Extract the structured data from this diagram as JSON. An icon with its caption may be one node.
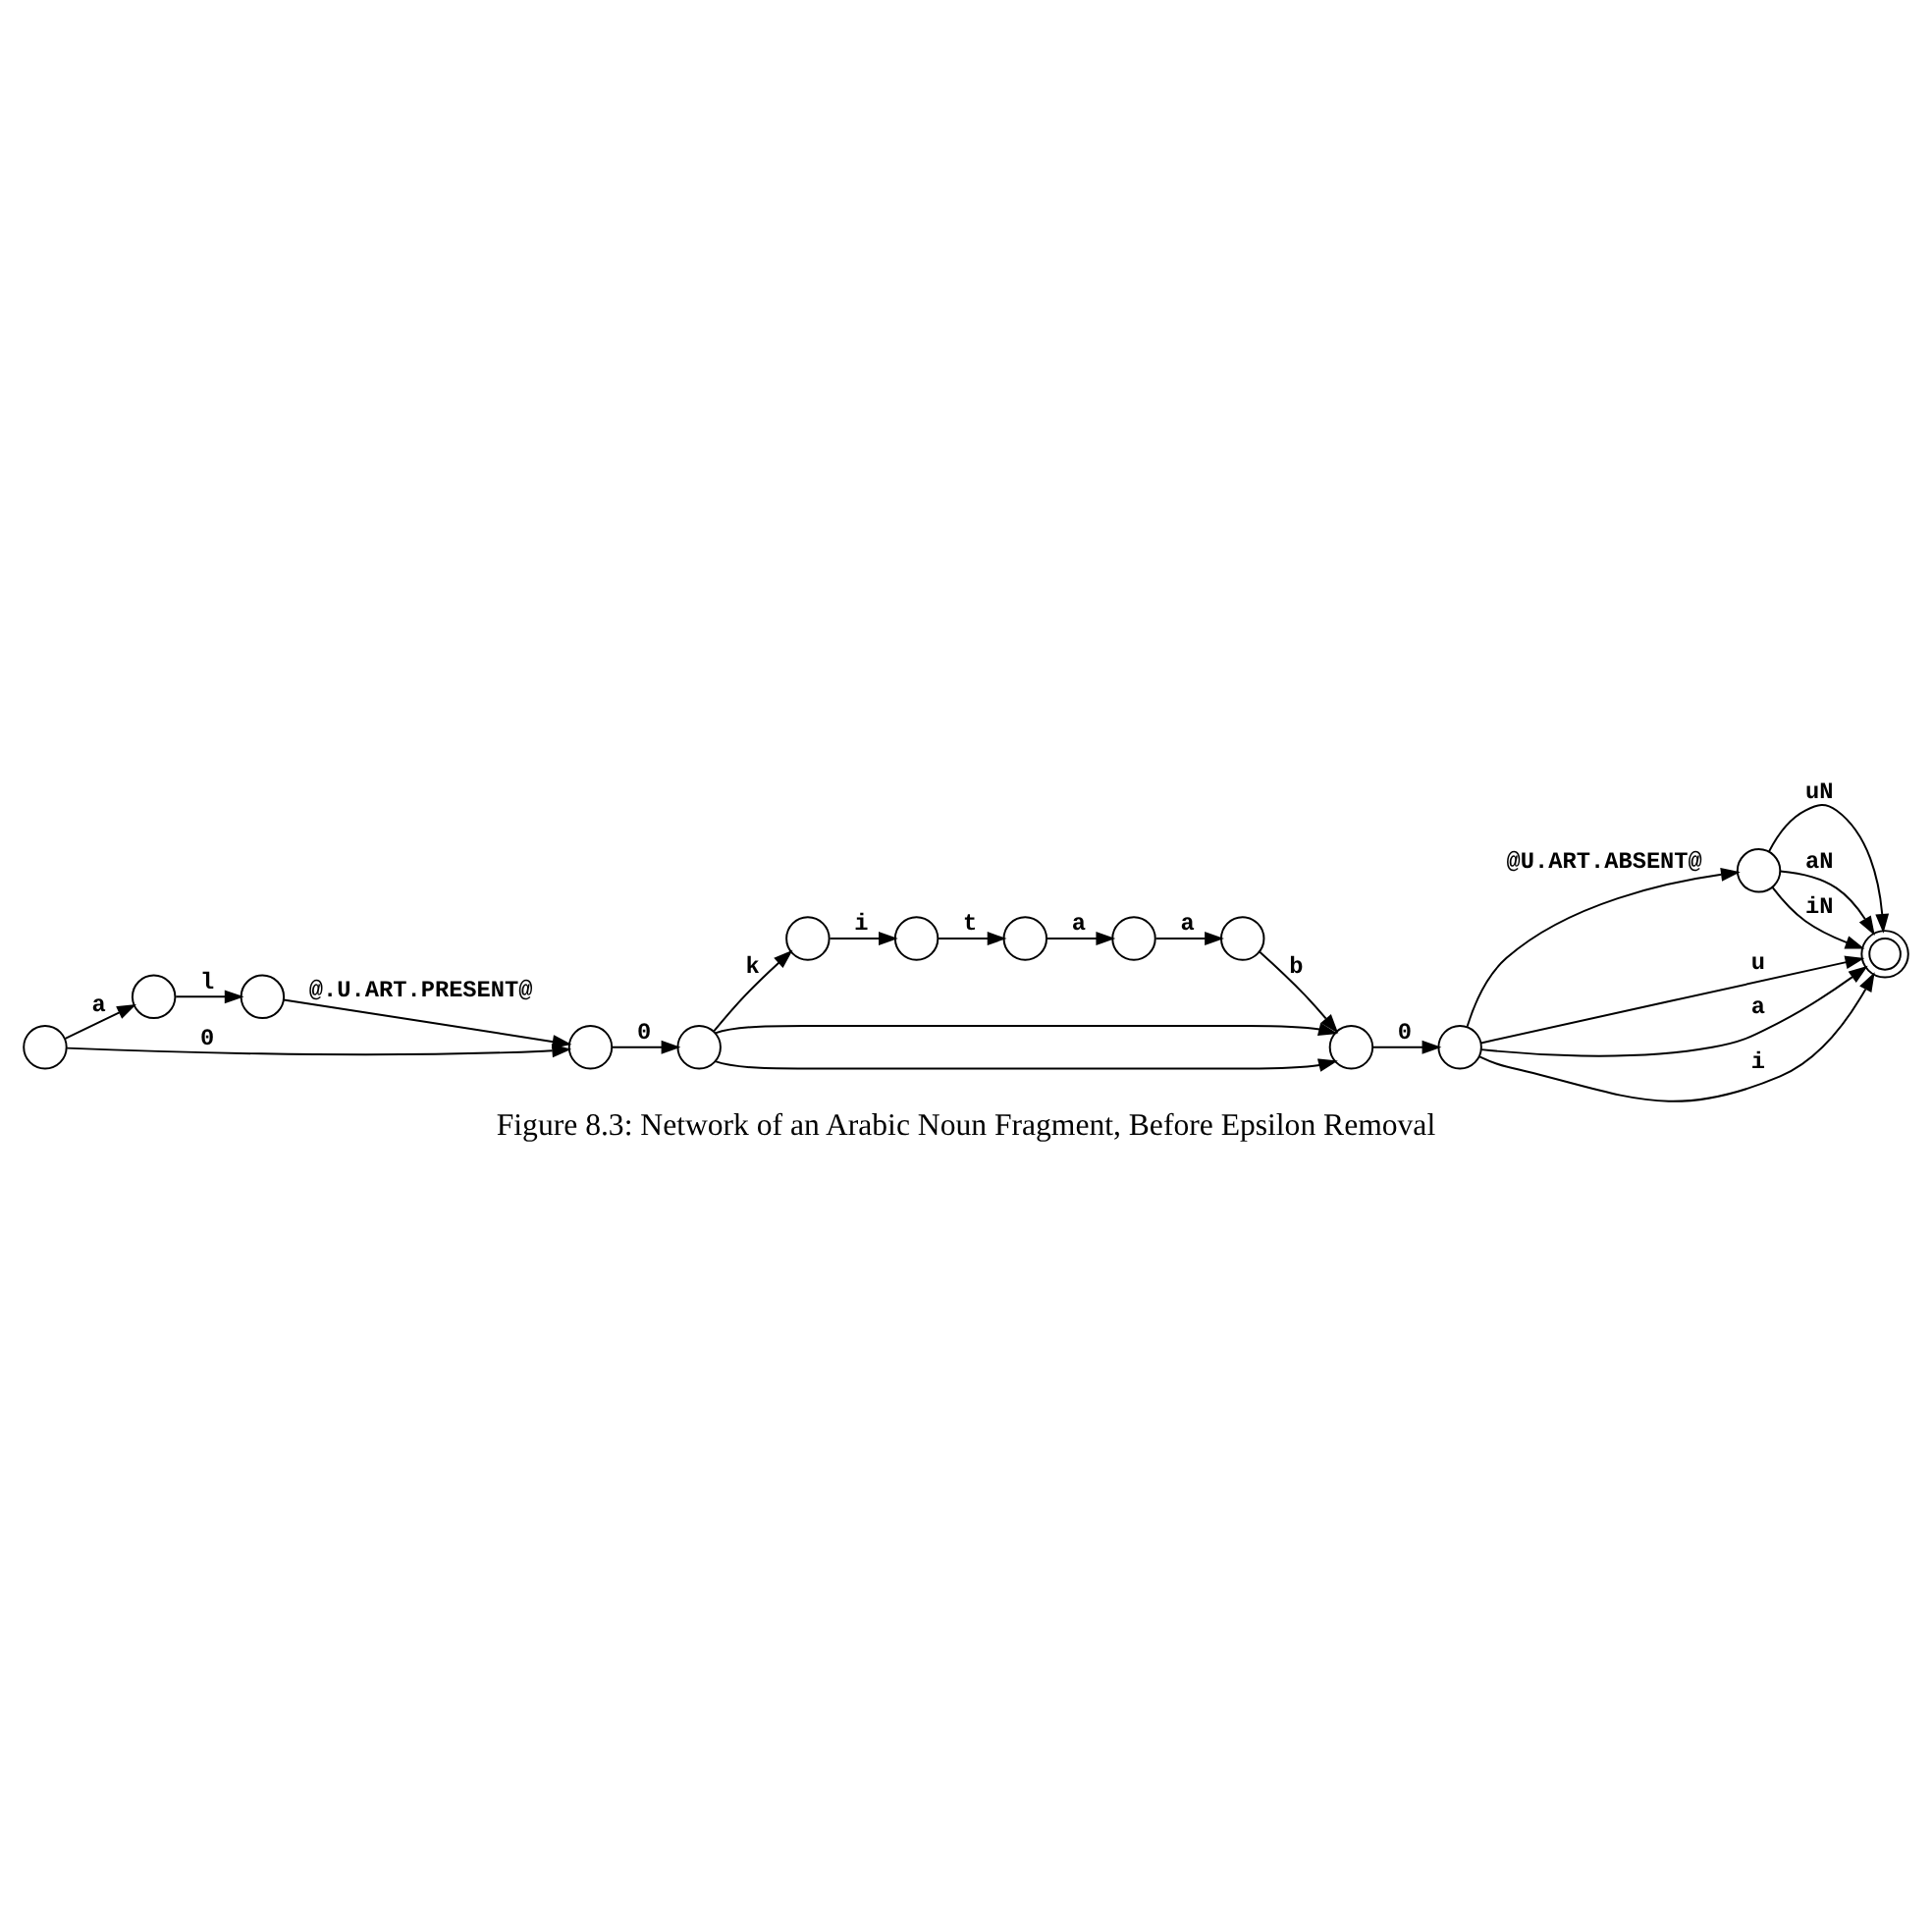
{
  "diagram": {
    "caption": "Figure 8.3: Network of an Arabic Noun Fragment, Before Epsilon Removal",
    "nodes": [
      {
        "text": [],
        "shape": "circle"
      },
      {
        "text": [],
        "shape": "circle"
      },
      {
        "text": [],
        "shape": "circle"
      },
      {
        "text": [],
        "shape": "circle"
      },
      {
        "text": [],
        "shape": "circle"
      },
      {
        "text": [],
        "shape": "circle"
      },
      {
        "text": [],
        "shape": "circle"
      },
      {
        "text": [],
        "shape": "circle"
      },
      {
        "text": [],
        "shape": "circle"
      },
      {
        "text": [],
        "shape": "circle"
      },
      {
        "text": [],
        "shape": "circle"
      },
      {
        "text": [],
        "shape": "circle"
      },
      {
        "text": [],
        "shape": "circle"
      },
      {
        "text": [],
        "shape": "doublecircle"
      }
    ],
    "edges": [
      {
        "from": 0,
        "to": 1,
        "arrow": "to",
        "label": "a"
      },
      {
        "from": 1,
        "to": 2,
        "arrow": "to",
        "label": "l"
      },
      {
        "from": 2,
        "to": 3,
        "arrow": "to",
        "label": "@.U.ART.PRESENT@"
      },
      {
        "from": 0,
        "to": 3,
        "arrow": "to",
        "label": "0"
      },
      {
        "from": 3,
        "to": 4,
        "arrow": "to",
        "label": "0"
      },
      {
        "from": 4,
        "to": 5,
        "arrow": "to",
        "label": "k"
      },
      {
        "from": 5,
        "to": 6,
        "arrow": "to",
        "label": "i"
      },
      {
        "from": 6,
        "to": 7,
        "arrow": "to",
        "label": "t"
      },
      {
        "from": 7,
        "to": 8,
        "arrow": "to",
        "label": "a"
      },
      {
        "from": 8,
        "to": 9,
        "arrow": "to",
        "label": "a"
      },
      {
        "from": 9,
        "to": 10,
        "arrow": "to",
        "label": "b"
      },
      {
        "from": 4,
        "to": 10,
        "arrow": "to"
      },
      {
        "from": 4,
        "to": 10,
        "arrow": "to"
      },
      {
        "from": 10,
        "to": 11,
        "arrow": "to",
        "label": "0"
      },
      {
        "from": 11,
        "to": 13,
        "arrow": "to",
        "label": "u"
      },
      {
        "from": 11,
        "to": 13,
        "arrow": "to",
        "label": "a"
      },
      {
        "from": 11,
        "to": 13,
        "arrow": "to",
        "label": "i"
      },
      {
        "from": 11,
        "to": 12,
        "arrow": "to",
        "label": "@U.ART.ABSENT@"
      },
      {
        "from": 12,
        "to": 13,
        "arrow": "to",
        "label": "uN"
      },
      {
        "from": 12,
        "to": 13,
        "arrow": "to",
        "label": "aN"
      },
      {
        "from": 12,
        "to": 13,
        "arrow": "to",
        "label": "iN"
      }
    ]
  }
}
